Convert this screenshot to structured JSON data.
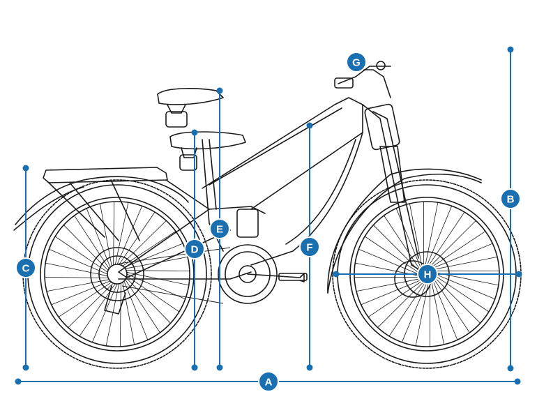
{
  "diagram": {
    "accent_color": "#1a6fb0",
    "line_color": "#1a1a1a",
    "subject": "bicycle-icon",
    "labels": {
      "A": "A",
      "B": "B",
      "C": "C",
      "D": "D",
      "E": "E",
      "F": "F",
      "G": "G",
      "H": "H"
    }
  }
}
